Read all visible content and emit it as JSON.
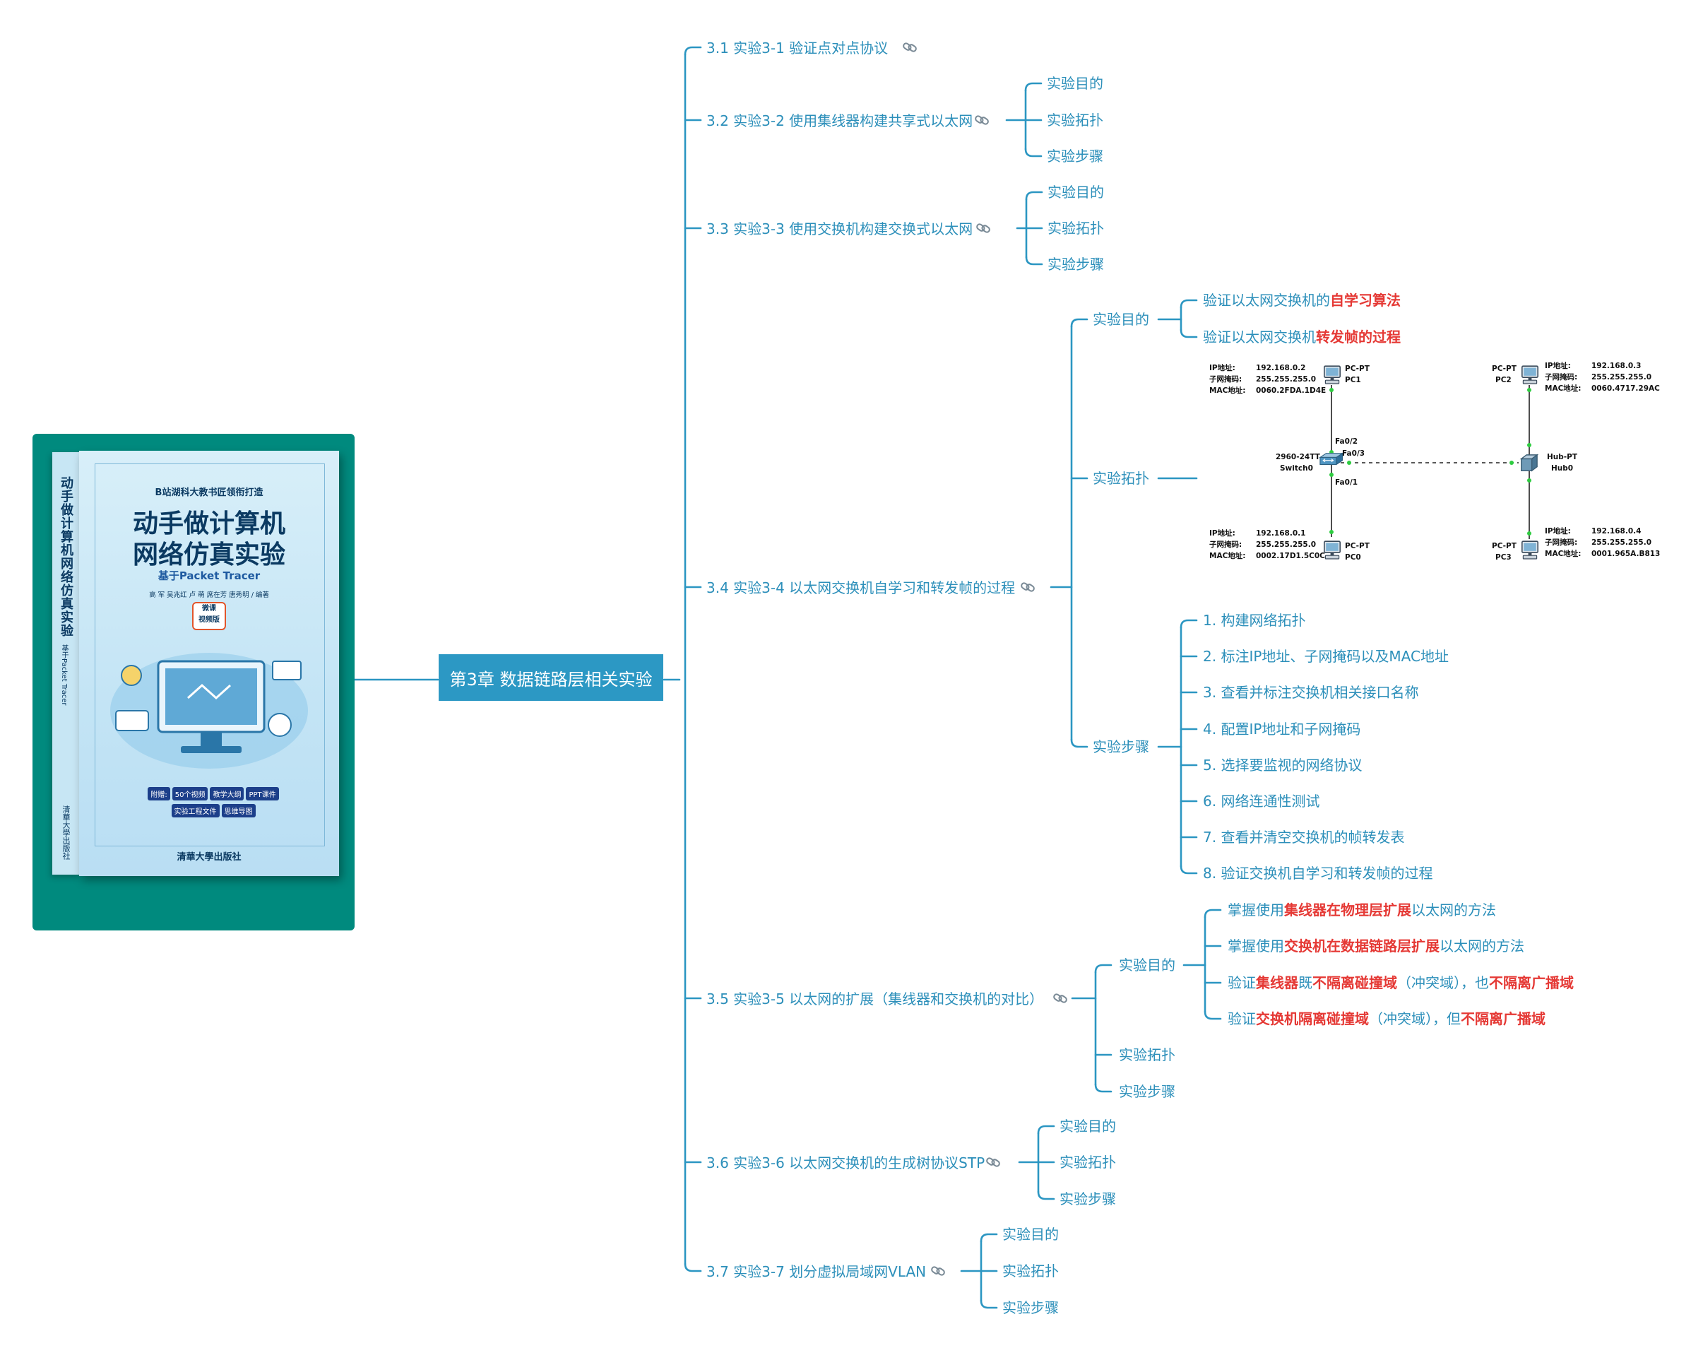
{
  "root": "第3章 数据链路层相关实验",
  "experiments": [
    {
      "label": "3.1 实验3-1 验证点对点协议",
      "children": []
    },
    {
      "label": "3.2 实验3-2 使用集线器构建共享式以太网",
      "children": [
        "实验目的",
        "实验拓扑",
        "实验步骤"
      ]
    },
    {
      "label": "3.3 实验3-3 使用交换机构建交换式以太网",
      "children": [
        "实验目的",
        "实验拓扑",
        "实验步骤"
      ]
    },
    {
      "label": "3.4 实验3-4 以太网交换机自学习和转发帧的过程",
      "children": [
        "实验目的",
        "实验拓扑",
        "实验步骤"
      ]
    },
    {
      "label": "3.5 实验3-5 以太网的扩展（集线器和交换机的对比）",
      "children": [
        "实验目的",
        "实验拓扑",
        "实验步骤"
      ]
    },
    {
      "label": "3.6 实验3-6 以太网交换机的生成树协议STP",
      "children": [
        "实验目的",
        "实验拓扑",
        "实验步骤"
      ]
    },
    {
      "label": "3.7 实验3-7 划分虚拟局域网VLAN",
      "children": [
        "实验目的",
        "实验拓扑",
        "实验步骤"
      ]
    }
  ],
  "exp34_goals": [
    [
      {
        "t": "验证以太网交换机的",
        "h": false
      },
      {
        "t": "自学习算法",
        "h": true
      }
    ],
    [
      {
        "t": "验证以太网交换机",
        "h": false
      },
      {
        "t": "转发帧的过程",
        "h": true
      }
    ]
  ],
  "exp34_steps": [
    "1. 构建网络拓扑",
    "2. 标注IP地址、子网掩码以及MAC地址",
    "3. 查看并标注交换机相关接口名称",
    "4. 配置IP地址和子网掩码",
    "5. 选择要监视的网络协议",
    "6. 网络连通性测试",
    "7. 查看并清空交换机的帧转发表",
    "8. 验证交换机自学习和转发帧的过程"
  ],
  "exp35_goals": [
    [
      {
        "t": "掌握使用",
        "h": false
      },
      {
        "t": "集线器在物理层扩展",
        "h": true
      },
      {
        "t": "以太网的方法",
        "h": false
      }
    ],
    [
      {
        "t": "掌握使用",
        "h": false
      },
      {
        "t": "交换机在数据链路层扩展",
        "h": true
      },
      {
        "t": "以太网的方法",
        "h": false
      }
    ],
    [
      {
        "t": "验证",
        "h": false
      },
      {
        "t": "集线器",
        "h": true
      },
      {
        "t": "既",
        "h": false
      },
      {
        "t": "不隔离碰撞域",
        "h": true
      },
      {
        "t": "（冲突域），也",
        "h": false
      },
      {
        "t": "不隔离广播域",
        "h": true
      }
    ],
    [
      {
        "t": "验证",
        "h": false
      },
      {
        "t": "交换机隔离碰撞域",
        "h": true
      },
      {
        "t": "（冲突域），但",
        "h": false
      },
      {
        "t": "不隔离广播域",
        "h": true
      }
    ]
  ],
  "topology": {
    "pc1": {
      "type": "PC-PT",
      "name": "PC1",
      "ip_label": "IP地址:",
      "ip": "192.168.0.2",
      "mask_label": "子网掩码:",
      "mask": "255.255.255.0",
      "mac_label": "MAC地址:",
      "mac": "0060.2FDA.1D4E"
    },
    "pc0": {
      "type": "PC-PT",
      "name": "PC0",
      "ip_label": "IP地址:",
      "ip": "192.168.0.1",
      "mask_label": "子网掩码:",
      "mask": "255.255.255.0",
      "mac_label": "MAC地址:",
      "mac": "0002.17D1.5C0C"
    },
    "pc2": {
      "type": "PC-PT",
      "name": "PC2",
      "ip_label": "IP地址:",
      "ip": "192.168.0.3",
      "mask_label": "子网掩码:",
      "mask": "255.255.255.0",
      "mac_label": "MAC地址:",
      "mac": "0060.4717.29AC"
    },
    "pc3": {
      "type": "PC-PT",
      "name": "PC3",
      "ip_label": "IP地址:",
      "ip": "192.168.0.4",
      "mask_label": "子网掩码:",
      "mask": "255.255.255.0",
      "mac_label": "MAC地址:",
      "mac": "0001.965A.B813"
    },
    "switch": {
      "model": "2960-24TT",
      "name": "Switch0"
    },
    "hub": {
      "model": "Hub-PT",
      "name": "Hub0"
    },
    "ports": [
      "Fa0/2",
      "Fa0/3",
      "Fa0/1"
    ]
  },
  "book": {
    "tagline": "B站湖科大教书匠领衔打造",
    "title1": "动手做计算机",
    "title2": "网络仿真实验",
    "subtitle": "基于Packet Tracer",
    "authors": "高 军 吴兆红 卢 萌 席在芳 唐秀明 / 编著",
    "badge1": "微课",
    "badge2": "视频版",
    "extras_prefix": "附赠:",
    "extras": [
      "50个视频",
      "教学大纲",
      "PPT课件",
      "实验工程文件",
      "思维导图"
    ],
    "publisher": "清華大學出版社",
    "spine_title": "动手做计算机网络仿真实验",
    "spine_sub": "基于Packet Tracer"
  },
  "colors": {
    "line": "#2b96c2",
    "text": "#2c8fba",
    "highlight": "#e53935",
    "root_bg": "#2c98c4",
    "book_bg": "#008a7e"
  },
  "icons": {
    "link": "link-icon",
    "pc": "pc-icon",
    "switch": "switch-icon",
    "hub": "hub-icon"
  }
}
